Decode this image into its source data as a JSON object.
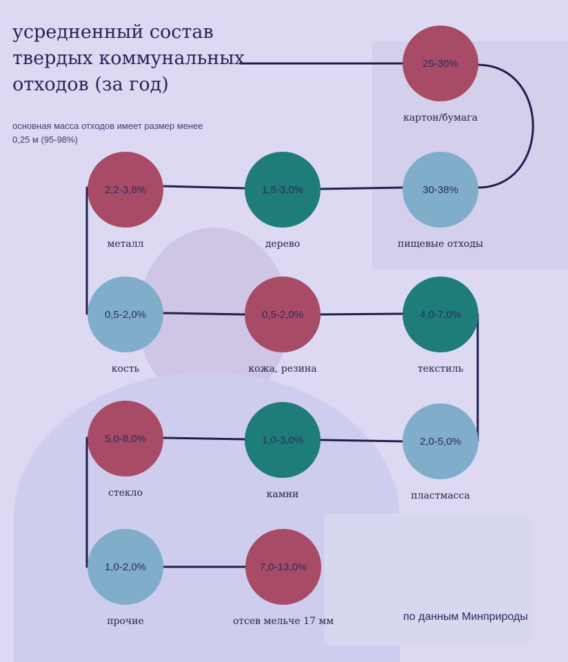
{
  "header": {
    "title_lines": [
      "усредненный состав",
      "твердых коммунальных",
      "отходов (за год)"
    ],
    "subtitle": "основная масса отходов имеет размер менее 0,25 м (95-98%)"
  },
  "footer": {
    "source": "по данным Минприроды"
  },
  "colors": {
    "red": "#a84b67",
    "teal": "#1f7d79",
    "blue": "#80adc9",
    "line": "#1e1e4e"
  },
  "items": [
    {
      "value": "25-30%",
      "label": "картон/бумага",
      "color": "red"
    },
    {
      "value": "30-38%",
      "label": "пищевые отходы",
      "color": "blue"
    },
    {
      "value": "1,5-3,0%",
      "label": "дерево",
      "color": "teal"
    },
    {
      "value": "2,2-3,8%",
      "label": "металл",
      "color": "red"
    },
    {
      "value": "0,5-2,0%",
      "label": "кость",
      "color": "blue"
    },
    {
      "value": "0,5-2,0%",
      "label": "кожа, резина",
      "color": "red"
    },
    {
      "value": "4,0-7,0%",
      "label": "текстиль",
      "color": "teal"
    },
    {
      "value": "2,0-5,0%",
      "label": "пластмасса",
      "color": "blue"
    },
    {
      "value": "1,0-3,0%",
      "label": "камни",
      "color": "teal"
    },
    {
      "value": "5,0-8,0%",
      "label": "стекло",
      "color": "red"
    },
    {
      "value": "1,0-2,0%",
      "label": "прочие",
      "color": "blue"
    },
    {
      "value": "7,0-13,0%",
      "label": "отсев мельче 17 мм",
      "color": "red"
    }
  ]
}
